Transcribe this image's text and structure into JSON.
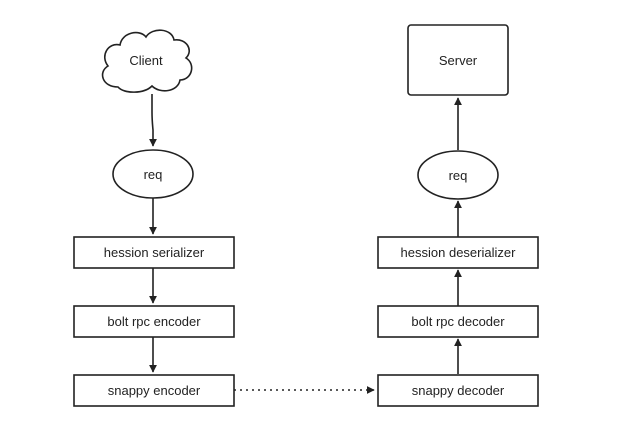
{
  "nodes": {
    "client": "Client",
    "server": "Server",
    "req_left": "req",
    "req_right": "req",
    "hession_serializer": "hession serializer",
    "hession_deserializer": "hession deserializer",
    "bolt_encoder": "bolt rpc encoder",
    "bolt_decoder": "bolt rpc decoder",
    "snappy_encoder": "snappy encoder",
    "snappy_decoder": "snappy decoder"
  },
  "edges": [
    {
      "from": "client",
      "to": "req_left",
      "style": "solid"
    },
    {
      "from": "req_left",
      "to": "hession_serializer",
      "style": "solid"
    },
    {
      "from": "hession_serializer",
      "to": "bolt_encoder",
      "style": "solid"
    },
    {
      "from": "bolt_encoder",
      "to": "snappy_encoder",
      "style": "solid"
    },
    {
      "from": "snappy_encoder",
      "to": "snappy_decoder",
      "style": "dotted"
    },
    {
      "from": "snappy_decoder",
      "to": "bolt_decoder",
      "style": "solid"
    },
    {
      "from": "bolt_decoder",
      "to": "hession_deserializer",
      "style": "solid"
    },
    {
      "from": "hession_deserializer",
      "to": "req_right",
      "style": "solid"
    },
    {
      "from": "req_right",
      "to": "server",
      "style": "solid"
    }
  ],
  "colors": {
    "stroke": "#222222",
    "fill": "#ffffff",
    "text": "#222222"
  }
}
